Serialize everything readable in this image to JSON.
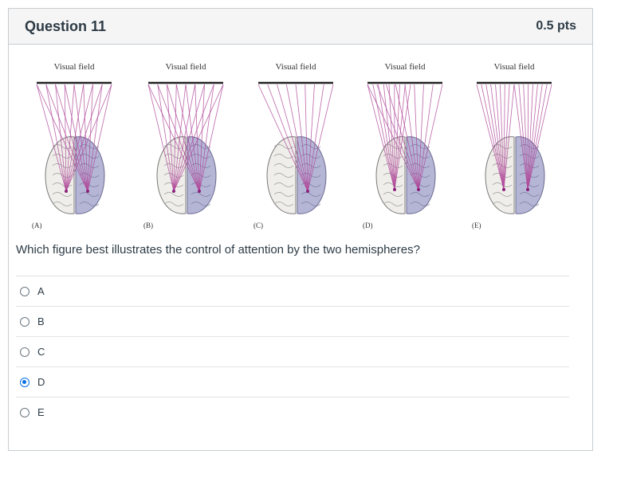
{
  "question": {
    "title": "Question 11",
    "points": "0.5 pts",
    "text": "Which figure best illustrates the control of attention by the two hemispheres?"
  },
  "figure": {
    "panels": [
      {
        "label": "Visual field",
        "letter": "(A)"
      },
      {
        "label": "Visual field",
        "letter": "(B)"
      },
      {
        "label": "Visual field",
        "letter": "(C)"
      },
      {
        "label": "Visual field",
        "letter": "(D)"
      },
      {
        "label": "Visual field",
        "letter": "(E)"
      }
    ]
  },
  "answers": [
    {
      "label": "A",
      "selected": false
    },
    {
      "label": "B",
      "selected": false
    },
    {
      "label": "C",
      "selected": false
    },
    {
      "label": "D",
      "selected": true
    },
    {
      "label": "E",
      "selected": false
    }
  ],
  "colors": {
    "ray": "#b04a9a",
    "left_hemisphere": "#efeeea",
    "right_hemisphere": "#b5b5d6",
    "selected": "#0770e3"
  }
}
